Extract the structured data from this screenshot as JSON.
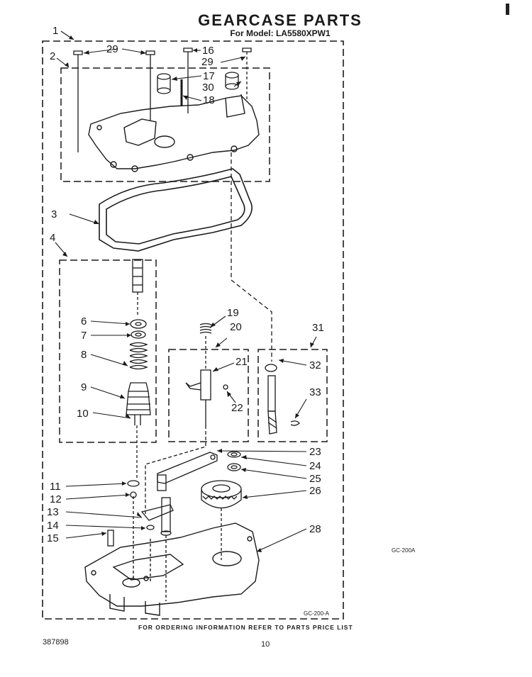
{
  "page": {
    "title": "GEARCASE PARTS",
    "subtitle": "For Model: LA5580XPW1",
    "footer_note": "FOR ORDERING INFORMATION REFER TO PARTS PRICE LIST",
    "doc_number": "387898",
    "page_number": "10",
    "code_side": "GC-200A",
    "code_bottom": "GC-200-A"
  },
  "callouts": {
    "c1": "1",
    "c2": "2",
    "c3": "3",
    "c4": "4",
    "c6": "6",
    "c7": "7",
    "c8": "8",
    "c9": "9",
    "c10": "10",
    "c11": "11",
    "c12": "12",
    "c13": "13",
    "c14": "14",
    "c15": "15",
    "c16": "16",
    "c17": "17",
    "c18": "18",
    "c19": "19",
    "c20": "20",
    "c21": "21",
    "c22": "22",
    "c23": "23",
    "c24": "24",
    "c25": "25",
    "c26": "26",
    "c28": "28",
    "c29a": "29",
    "c29b": "29",
    "c30": "30",
    "c31": "31",
    "c32": "32",
    "c33": "33"
  },
  "colors": {
    "ink": "#1a1a1a",
    "paper": "#ffffff"
  }
}
